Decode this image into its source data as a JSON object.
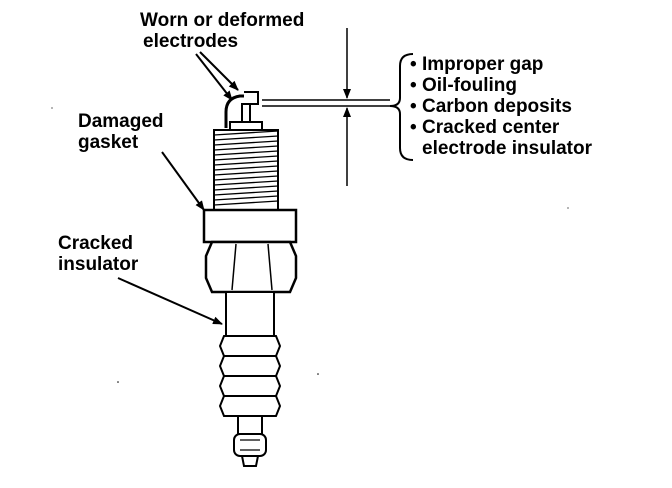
{
  "labels": {
    "electrodes": {
      "line1": "Worn or deformed",
      "line2": "electrodes"
    },
    "gasket": {
      "line1": "Damaged",
      "line2": "gasket"
    },
    "insulator": {
      "line1": "Cracked",
      "line2": "insulator"
    }
  },
  "causes": {
    "bullet": "•",
    "items": [
      "Improper gap",
      "Oil-fouling",
      "Carbon deposits",
      "Cracked center"
    ],
    "continuation": "electrode insulator"
  },
  "colors": {
    "ink": "#000000",
    "paper": "#ffffff"
  }
}
